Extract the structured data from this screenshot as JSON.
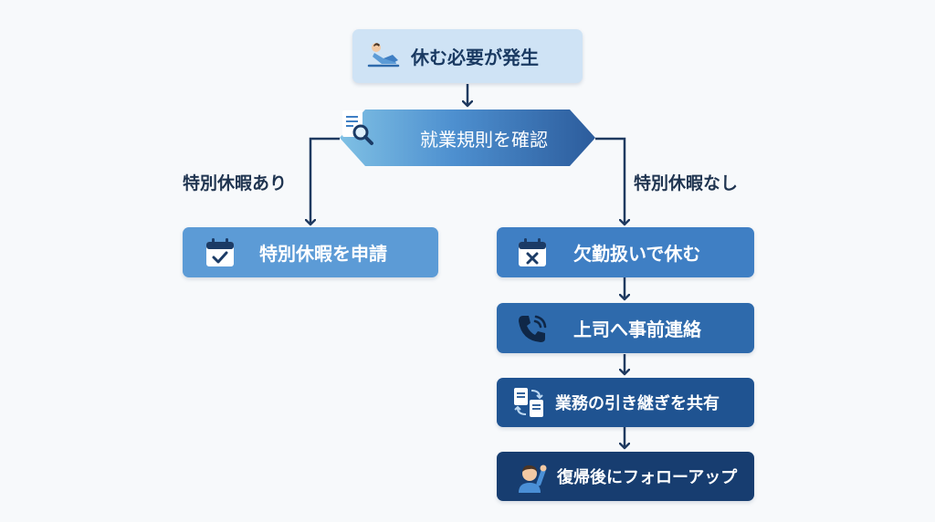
{
  "nodes": {
    "start": "休む必要が発生",
    "check_rules": "就業規則を確認",
    "apply_special_leave": "特別休暇を申請",
    "absence": "欠勤扱いで休む",
    "contact_boss": "上司へ事前連絡",
    "handover": "業務の引き継ぎを共有",
    "follow_up": "復帰後にフォローアップ"
  },
  "branches": {
    "left": "特別休暇あり",
    "right": "特別休暇なし"
  },
  "icons": {
    "start": "reclining-person-icon",
    "check_rules": "document-search-icon",
    "apply_special_leave": "calendar-check-icon",
    "absence": "calendar-x-icon",
    "contact_boss": "phone-icon",
    "handover": "document-exchange-icon",
    "follow_up": "waving-person-icon"
  },
  "colors": {
    "light_blue": "#cfe3f5",
    "mid_blue": "#5c9bd6",
    "blue": "#3f7fc4",
    "steel_blue": "#2e6aac",
    "dark_blue": "#1f5391",
    "navy": "#173d70",
    "line": "#1f3a60"
  }
}
